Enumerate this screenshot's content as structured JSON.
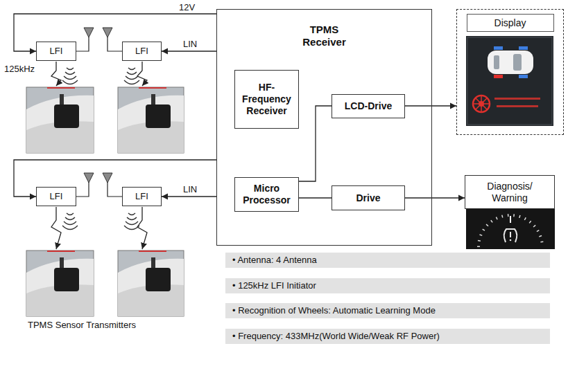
{
  "diagram": {
    "nodes": [
      {
        "text": [
          "TPMS Receiver"
        ]
      },
      {
        "text": [
          "HF- Frequency Receiver"
        ],
        "in": 0
      },
      {
        "text": [
          "LCD-Drive"
        ],
        "in": 0
      },
      {
        "text": [
          "Micro Processor"
        ],
        "in": 0
      },
      {
        "text": [
          "Drive"
        ],
        "in": 0
      },
      {
        "text": [
          "LFI"
        ]
      },
      {
        "text": [
          "LFI"
        ]
      },
      {
        "text": [
          "LFI"
        ]
      },
      {
        "text": [
          "LFI"
        ]
      },
      {
        "text": [
          "Display"
        ]
      },
      {
        "text": [
          "Diagnosis/ Warning"
        ]
      },
      {
        "text": [
          "• Antenna: 4 Antenna"
        ]
      },
      {
        "text": [
          "• 125kHz LFI Initiator"
        ]
      },
      {
        "text": [
          "• Recognition of Wheels: Automatic Learning Mode"
        ]
      },
      {
        "text": [
          "• Frequency: 433MHz(World Wide/Weak RF Power)"
        ]
      }
    ],
    "edges": [
      {
        "from": 0,
        "to": 5,
        "arrow": "to",
        "label": "12V"
      },
      {
        "from": 0,
        "to": 6,
        "arrow": "to",
        "label": "LIN"
      },
      {
        "from": 0,
        "to": 7,
        "arrow": "to"
      },
      {
        "from": 0,
        "to": 8,
        "arrow": "to",
        "label": "LIN"
      },
      {
        "from": 2,
        "to": 9,
        "arrow": "to"
      },
      {
        "from": 4,
        "to": 10,
        "arrow": "to"
      },
      {
        "from": 3,
        "to": 2,
        "arrow": "none"
      },
      {
        "from": 3,
        "to": 4,
        "arrow": "none"
      }
    ],
    "labels": [
      "125kHz",
      "TPMS Sensor Transmitters"
    ]
  }
}
